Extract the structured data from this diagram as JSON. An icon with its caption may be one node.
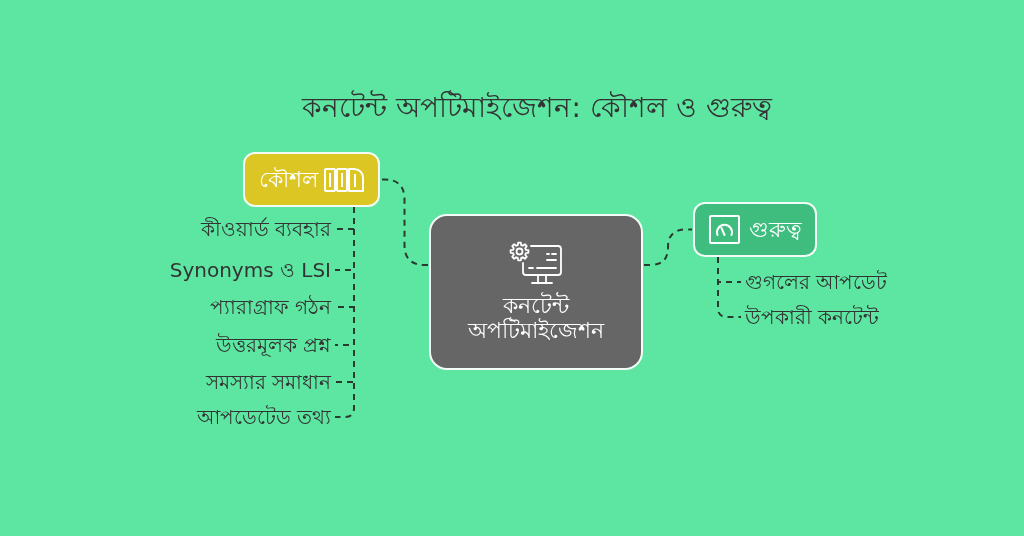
{
  "diagram": {
    "title": "কনটেন্ট অপটিমাইজেশন: কৌশল ও গুরুত্ব",
    "nodes": [
      {
        "text": [
          "কনটেন্ট অপটিমাইজেশন"
        ]
      },
      {
        "text": [
          "কৌশল"
        ]
      },
      {
        "text": [
          "কীওয়ার্ড ব্যবহার"
        ]
      },
      {
        "text": [
          "Synonyms ও LSI"
        ]
      },
      {
        "text": [
          "প্যারাগ্রাফ গঠন"
        ]
      },
      {
        "text": [
          "উত্তরমূলক প্রশ্ন"
        ]
      },
      {
        "text": [
          "সমস্যার সমাধান"
        ]
      },
      {
        "text": [
          "আপডেটেড তথ্য"
        ]
      },
      {
        "text": [
          "গুরুত্ব"
        ]
      },
      {
        "text": [
          "গুগলের আপডেট"
        ]
      },
      {
        "text": [
          "উপকারী কনটেন্ট"
        ]
      }
    ],
    "edges": [
      {
        "from": 0,
        "to": 1,
        "arrow": "none",
        "style": "dashed"
      },
      {
        "from": 1,
        "to": 2,
        "arrow": "none",
        "style": "dashed"
      },
      {
        "from": 1,
        "to": 3,
        "arrow": "none",
        "style": "dashed"
      },
      {
        "from": 1,
        "to": 4,
        "arrow": "none",
        "style": "dashed"
      },
      {
        "from": 1,
        "to": 5,
        "arrow": "none",
        "style": "dashed"
      },
      {
        "from": 1,
        "to": 6,
        "arrow": "none",
        "style": "dashed"
      },
      {
        "from": 1,
        "to": 7,
        "arrow": "none",
        "style": "dashed"
      },
      {
        "from": 0,
        "to": 8,
        "arrow": "none",
        "style": "dashed"
      },
      {
        "from": 8,
        "to": 9,
        "arrow": "none",
        "style": "dashed"
      },
      {
        "from": 8,
        "to": 10,
        "arrow": "none",
        "style": "dashed"
      }
    ]
  }
}
